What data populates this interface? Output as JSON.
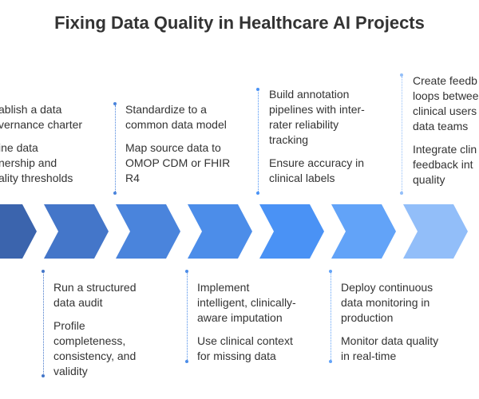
{
  "title": "Fixing Data Quality in Healthcare AI Projects",
  "colors": {
    "steps": [
      "#3b64ad",
      "#4476c9",
      "#4a84dc",
      "#4c8de9",
      "#4a92f5",
      "#62a3f8",
      "#92bef9"
    ]
  },
  "top_steps": [
    {
      "heading": "ablish a data\nvernance charter",
      "detail": "ine data\nnership and\nality thresholds"
    },
    {
      "heading": "Standardize to a\ncommon data model",
      "detail": "Map source data to\nOMOP CDM or FHIR\nR4"
    },
    {
      "heading": "Build annotation\npipelines with inter-\nrater reliability\ntracking",
      "detail": "Ensure accuracy in\nclinical labels"
    },
    {
      "heading": "Create feedb\nloops betwee\nclinical users\ndata teams",
      "detail": "Integrate clin\nfeedback int\nquality"
    }
  ],
  "bottom_steps": [
    {
      "heading": "Run a structured\ndata audit",
      "detail": "Profile\ncompleteness,\nconsistency, and\nvalidity"
    },
    {
      "heading": "Implement\nintelligent, clinically-\naware imputation",
      "detail": "Use clinical context\nfor missing data"
    },
    {
      "heading": "Deploy continuous\ndata monitoring in\nproduction",
      "detail": "Monitor data quality\nin real-time"
    }
  ]
}
